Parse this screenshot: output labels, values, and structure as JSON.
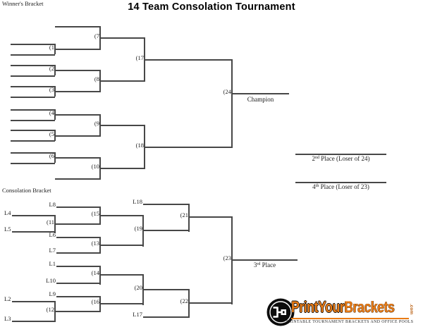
{
  "page": {
    "title": "14 Team Consolation Tournament"
  },
  "winners_bracket": {
    "heading": "Winner's Bracket",
    "champion_label": "Champion",
    "game_labels": {
      "g1": "(1",
      "g2": "(2",
      "g3": "(3",
      "g4": "(4",
      "g5": "(5",
      "g6": "(6",
      "g7": "(7",
      "g8": "(8",
      "g9": "(9",
      "g10": "(10",
      "g17": "(17",
      "g18": "(18",
      "g24": "(24"
    }
  },
  "consolation_bracket": {
    "heading": "Consolation Bracket",
    "loser_labels": {
      "l1": "L1",
      "l2": "L2",
      "l3": "L3",
      "l4": "L4",
      "l5": "L5",
      "l6": "L6",
      "l7": "L7",
      "l8": "L8",
      "l9": "L9",
      "l10": "L10",
      "l17": "L17",
      "l18": "L18"
    },
    "game_labels": {
      "g11": "(11",
      "g12": "(12",
      "g13": "(13",
      "g14": "(14",
      "g15": "(15",
      "g16": "(16",
      "g19": "(19",
      "g20": "(20",
      "g21": "(21",
      "g22": "(22",
      "g23": "(23"
    },
    "third_place": {
      "number": "3",
      "superscript": "rd",
      "rest": " Place"
    }
  },
  "placements": {
    "second": {
      "number": "2",
      "superscript": "nd",
      "rest": " Place (Loser of 24)"
    },
    "fourth": {
      "number": "4",
      "superscript": "th",
      "rest": " Place (Loser of 23)"
    }
  },
  "logo": {
    "brand_first": "PrintYour",
    "brand_second": "Brackets",
    "domain_suffix": ".com",
    "tagline": "PRINTABLE TOURNAMENT BRACKETS AND OFFICE POOLS",
    "colors": {
      "orange": "#e87b16",
      "dark": "#141414",
      "line_gray": "#474747"
    }
  }
}
